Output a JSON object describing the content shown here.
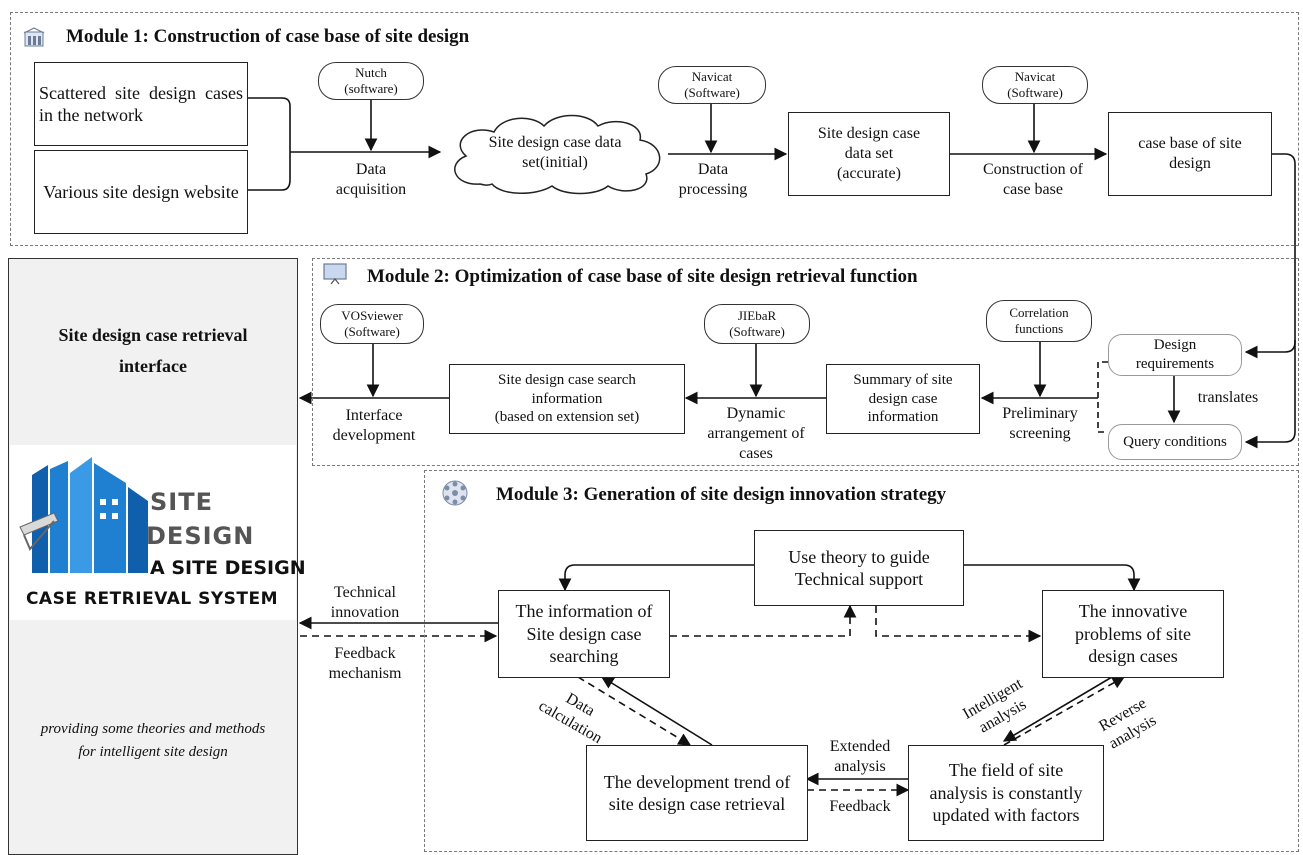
{
  "module1": {
    "title": "Module 1: Construction of case base of site design",
    "sources": [
      "Scattered site design cases in the network",
      "Various site design website"
    ],
    "tools": {
      "nutch": "Nutch\n(software)",
      "navicat1": "Navicat\n(Software)",
      "navicat2": "Navicat\n(Software)"
    },
    "nodes": {
      "cloud": "Site design case data\nset(initial)",
      "accurate": "Site design case\ndata set\n(accurate)",
      "casebase": "case base of site\ndesign"
    },
    "edge_labels": {
      "acquisition": "Data\nacquisition",
      "processing": "Data\nprocessing",
      "construction": "Construction of\ncase base"
    }
  },
  "interface": {
    "title": "Site design case retrieval\ninterface",
    "logo": {
      "line1": "SITE",
      "line2": "DESIGN",
      "line3": "A SITE DESIGN",
      "line4": "CASE RETRIEVAL SYSTEM"
    },
    "caption": "providing some theories and methods\nfor intelligent site design"
  },
  "module2": {
    "title": "Module 2: Optimization of case base of site design retrieval function",
    "tools": {
      "vosviewer": "VOSviewer\n(Software)",
      "jiebar": "JIEbaR\n(Software)",
      "correlation": "Correlation\nfunctions"
    },
    "nodes": {
      "search_info": "Site design case search\ninformation\n(based on extension set)",
      "summary": "Summary of site\ndesign case\ninformation",
      "requirements": "Design\nrequirements",
      "query": "Query conditions"
    },
    "edge_labels": {
      "interface_dev": "Interface\ndevelopment",
      "dynamic": "Dynamic\narrangement of\ncases",
      "preliminary": "Preliminary\nscreening",
      "translates": "translates"
    }
  },
  "module3": {
    "title": "Module 3: Generation of site design innovation strategy",
    "nodes": {
      "theory": "Use theory to guide\nTechnical support",
      "info": "The information of\nSite design case\nsearching",
      "problems": "The innovative\nproblems of site\ndesign cases",
      "trend": "The development trend of\nsite design case retrieval",
      "field": "The field of site\nanalysis is constantly\nupdated with factors"
    },
    "edge_labels": {
      "technical": "Technical\ninnovation",
      "feedback_mech": "Feedback\nmechanism",
      "data_calc": "Data\ncalculation",
      "intelligent": "Intelligent\nanalysis",
      "reverse": "Reverse\nanalysis",
      "extended": "Extended\nanalysis",
      "feedback": "Feedback"
    }
  },
  "colors": {
    "line": "#111111",
    "frame": "#7a7a7a",
    "logo_blue": "#1f7fd0",
    "logo_dark": "#1a1a1a",
    "panel": "#f1f1f1"
  }
}
